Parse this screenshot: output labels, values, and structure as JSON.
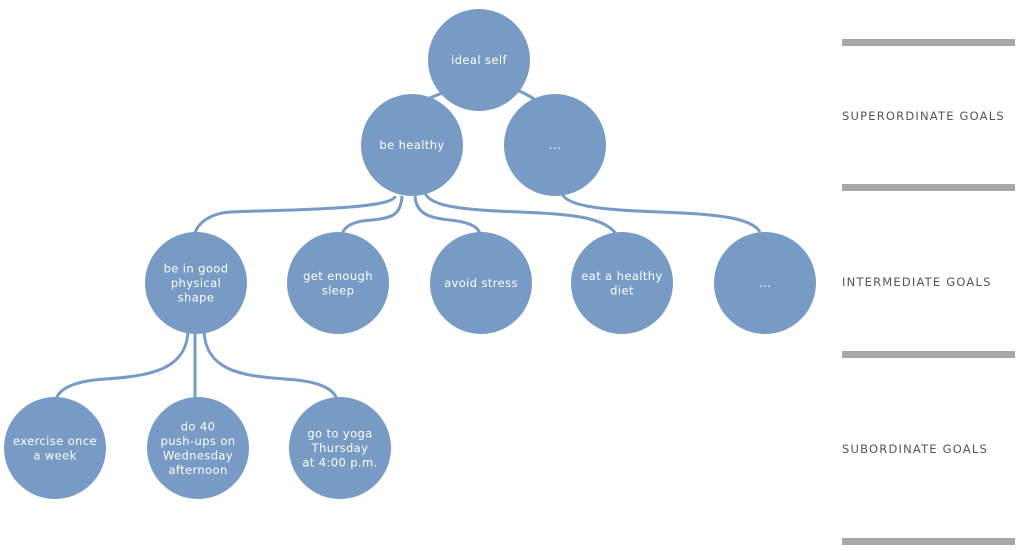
{
  "nodes": {
    "ideal_self": {
      "lines": [
        "ideal self"
      ]
    },
    "be_healthy": {
      "lines": [
        "be healthy"
      ]
    },
    "super_other": {
      "lines": [
        "..."
      ]
    },
    "physical": {
      "lines": [
        "be in good",
        "physical",
        "shape"
      ]
    },
    "sleep": {
      "lines": [
        "get enough",
        "sleep"
      ]
    },
    "stress": {
      "lines": [
        "avoid stress"
      ]
    },
    "diet": {
      "lines": [
        "eat a healthy",
        "diet"
      ]
    },
    "inter_other": {
      "lines": [
        "..."
      ]
    },
    "exercise": {
      "lines": [
        "exercise once",
        "a week"
      ]
    },
    "pushups": {
      "lines": [
        "do 40",
        "push-ups on",
        "Wednesday",
        "afternoon"
      ]
    },
    "yoga": {
      "lines": [
        "go to yoga",
        "Thursday",
        "at 4:00 p.m."
      ]
    }
  },
  "levels": {
    "superordinate": "SUPERORDINATE GOALS",
    "intermediate": "INTERMEDIATE GOALS",
    "subordinate": "SUBORDINATE GOALS"
  },
  "colors": {
    "node": "#779bc5",
    "bar": "#a7a7a7",
    "label": "#555555"
  }
}
